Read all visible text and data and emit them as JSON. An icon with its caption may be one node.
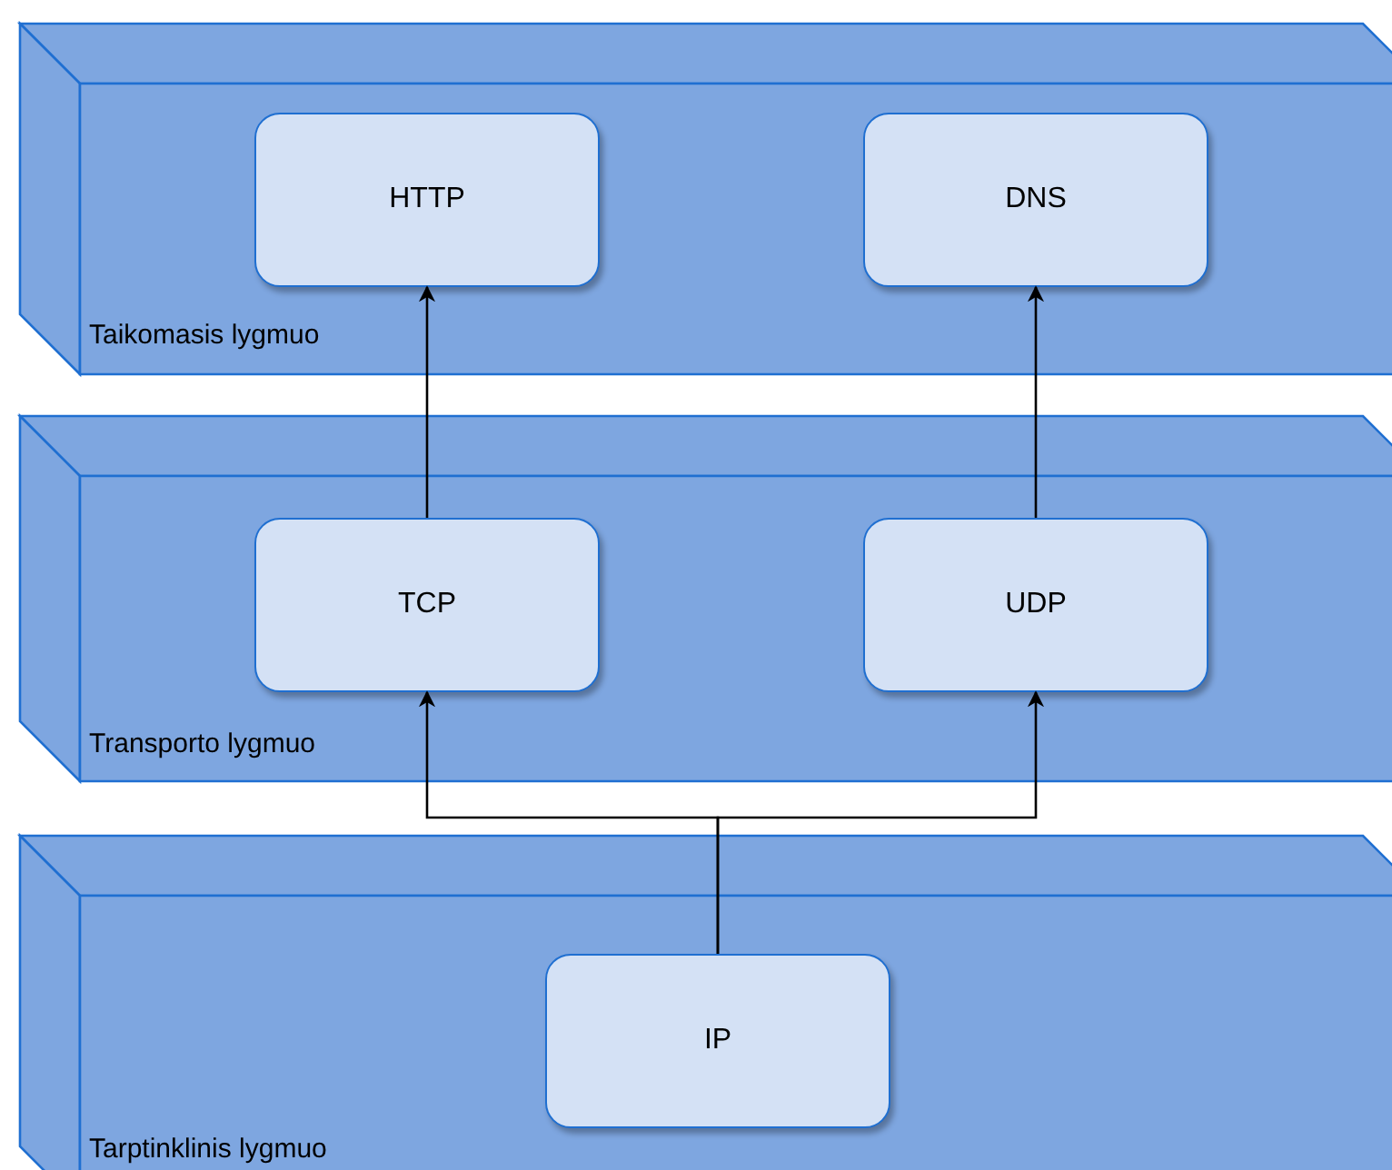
{
  "diagram": {
    "nodes": [
      {
        "text": [
          "Taikomasis lygmuo"
        ]
      },
      {
        "text": [
          "HTTP"
        ],
        "in": 0
      },
      {
        "text": [
          "DNS"
        ],
        "in": 0
      },
      {
        "text": [
          "Transporto lygmuo"
        ]
      },
      {
        "text": [
          "TCP"
        ],
        "in": 3
      },
      {
        "text": [
          "UDP"
        ],
        "in": 3
      },
      {
        "text": [
          "Tarptinklinis lygmuo"
        ]
      },
      {
        "text": [
          "IP"
        ],
        "in": 6
      }
    ],
    "edges": [
      {
        "from": 4,
        "to": 1,
        "arrow": "to"
      },
      {
        "from": 5,
        "to": 2,
        "arrow": "to"
      },
      {
        "from": 7,
        "to": 4,
        "arrow": "to"
      },
      {
        "from": 7,
        "to": 5,
        "arrow": "to"
      }
    ]
  }
}
